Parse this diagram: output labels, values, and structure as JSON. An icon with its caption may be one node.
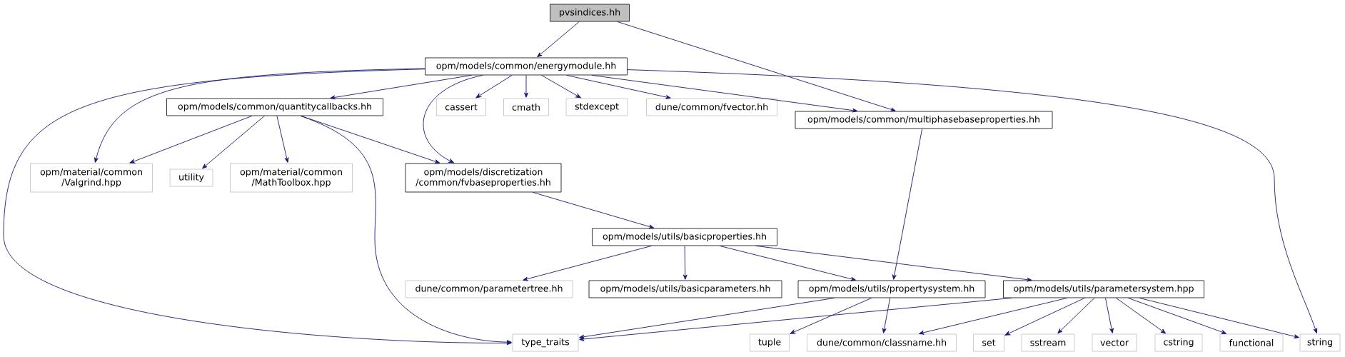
{
  "diagram": {
    "nodes": [
      {
        "text": [
          "pvsindices.hh"
        ]
      },
      {
        "text": [
          "opm/models/common/energymodule.hh"
        ]
      },
      {
        "text": [
          "opm/models/common/quantitycallbacks.hh"
        ]
      },
      {
        "text": [
          "cassert"
        ]
      },
      {
        "text": [
          "cmath"
        ]
      },
      {
        "text": [
          "stdexcept"
        ]
      },
      {
        "text": [
          "dune/common/fvector.hh"
        ]
      },
      {
        "text": [
          "opm/models/common/multiphasebaseproperties.hh"
        ]
      },
      {
        "text": [
          "opm/material/common /Valgrind.hpp"
        ]
      },
      {
        "text": [
          "utility"
        ]
      },
      {
        "text": [
          "opm/material/common /MathToolbox.hpp"
        ]
      },
      {
        "text": [
          "opm/models/discretization /common/fvbaseproperties.hh"
        ]
      },
      {
        "text": [
          "opm/models/utils/basicproperties.hh"
        ]
      },
      {
        "text": [
          "dune/common/parametertree.hh"
        ]
      },
      {
        "text": [
          "opm/models/utils/basicparameters.hh"
        ]
      },
      {
        "text": [
          "opm/models/utils/propertysystem.hh"
        ]
      },
      {
        "text": [
          "opm/models/utils/parametersystem.hpp"
        ]
      },
      {
        "text": [
          "type_traits"
        ]
      },
      {
        "text": [
          "tuple"
        ]
      },
      {
        "text": [
          "dune/common/classname.hh"
        ]
      },
      {
        "text": [
          "set"
        ]
      },
      {
        "text": [
          "sstream"
        ]
      },
      {
        "text": [
          "vector"
        ]
      },
      {
        "text": [
          "cstring"
        ]
      },
      {
        "text": [
          "functional"
        ]
      },
      {
        "text": [
          "string"
        ]
      }
    ],
    "edges": [
      {
        "from": 0,
        "to": 1,
        "arrow": "to"
      },
      {
        "from": 0,
        "to": 7,
        "arrow": "to"
      },
      {
        "from": 1,
        "to": 17,
        "arrow": "to"
      },
      {
        "from": 1,
        "to": 8,
        "arrow": "to"
      },
      {
        "from": 1,
        "to": 2,
        "arrow": "to"
      },
      {
        "from": 1,
        "to": 11,
        "arrow": "to"
      },
      {
        "from": 1,
        "to": 3,
        "arrow": "to"
      },
      {
        "from": 1,
        "to": 4,
        "arrow": "to"
      },
      {
        "from": 1,
        "to": 5,
        "arrow": "to"
      },
      {
        "from": 1,
        "to": 6,
        "arrow": "to"
      },
      {
        "from": 1,
        "to": 7,
        "arrow": "to"
      },
      {
        "from": 1,
        "to": 25,
        "arrow": "to"
      },
      {
        "from": 2,
        "to": 8,
        "arrow": "to"
      },
      {
        "from": 2,
        "to": 9,
        "arrow": "to"
      },
      {
        "from": 2,
        "to": 10,
        "arrow": "to"
      },
      {
        "from": 2,
        "to": 11,
        "arrow": "to"
      },
      {
        "from": 2,
        "to": 17,
        "arrow": "to"
      },
      {
        "from": 7,
        "to": 15,
        "arrow": "to"
      },
      {
        "from": 11,
        "to": 12,
        "arrow": "to"
      },
      {
        "from": 12,
        "to": 13,
        "arrow": "to"
      },
      {
        "from": 12,
        "to": 14,
        "arrow": "to"
      },
      {
        "from": 12,
        "to": 15,
        "arrow": "to"
      },
      {
        "from": 12,
        "to": 16,
        "arrow": "to"
      },
      {
        "from": 15,
        "to": 17,
        "arrow": "to"
      },
      {
        "from": 15,
        "to": 18,
        "arrow": "to"
      },
      {
        "from": 15,
        "to": 19,
        "arrow": "to"
      },
      {
        "from": 16,
        "to": 17,
        "arrow": "to"
      },
      {
        "from": 16,
        "to": 19,
        "arrow": "to"
      },
      {
        "from": 16,
        "to": 20,
        "arrow": "to"
      },
      {
        "from": 16,
        "to": 21,
        "arrow": "to"
      },
      {
        "from": 16,
        "to": 22,
        "arrow": "to"
      },
      {
        "from": 16,
        "to": 23,
        "arrow": "to"
      },
      {
        "from": 16,
        "to": 24,
        "arrow": "to"
      },
      {
        "from": 16,
        "to": 25,
        "arrow": "to"
      }
    ]
  }
}
